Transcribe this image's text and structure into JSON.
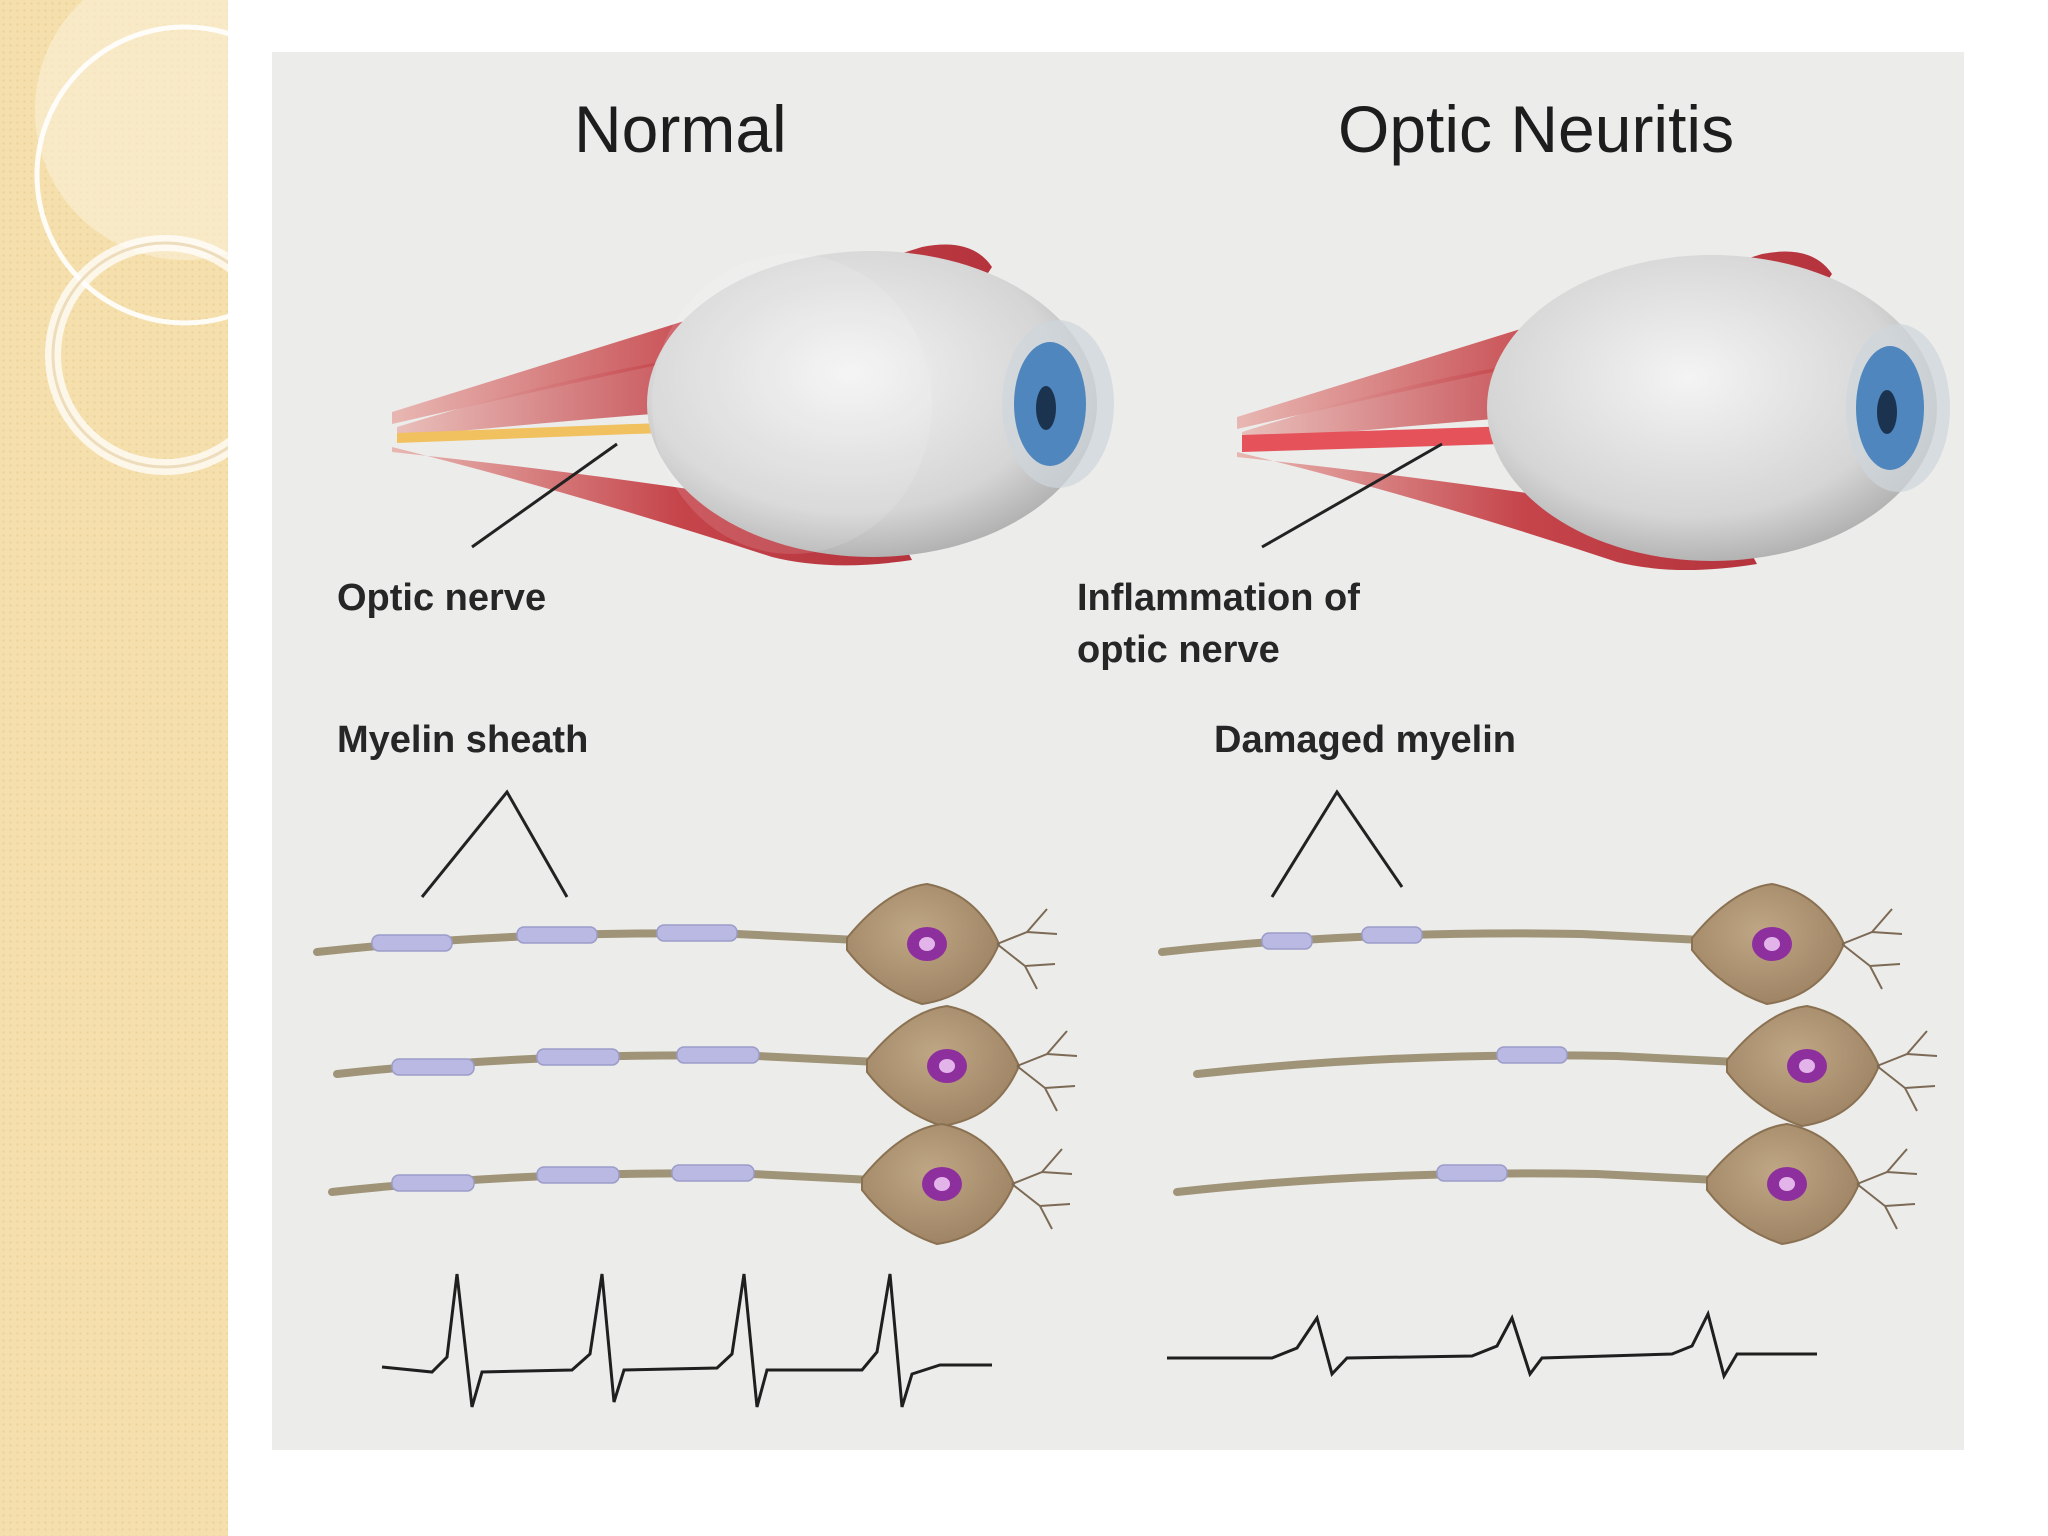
{
  "slide": {
    "colors": {
      "sidebar": "#f5e0ad",
      "figure_background": "#ececeb",
      "muscle": "#c24a4f",
      "eyeball": "#d9d9d9",
      "iris": "#4f86bd",
      "normal_nerve": "#f1c15f",
      "inflamed_nerve": "#e6525a",
      "myelin": "#b9b9e3",
      "neuron_body": "#a88f6f",
      "nucleus": "#8e2f9e"
    },
    "figure": {
      "normal": {
        "title": "Normal",
        "nerve_label": "Optic nerve",
        "myelin_label": "Myelin sheath",
        "signal_description": "strong regular spikes"
      },
      "neuritis": {
        "title": "Optic Neuritis",
        "nerve_label_line1": "Inflammation of",
        "nerve_label_line2": "optic nerve",
        "myelin_label": "Damaged myelin",
        "signal_description": "weak delayed spikes"
      }
    }
  }
}
